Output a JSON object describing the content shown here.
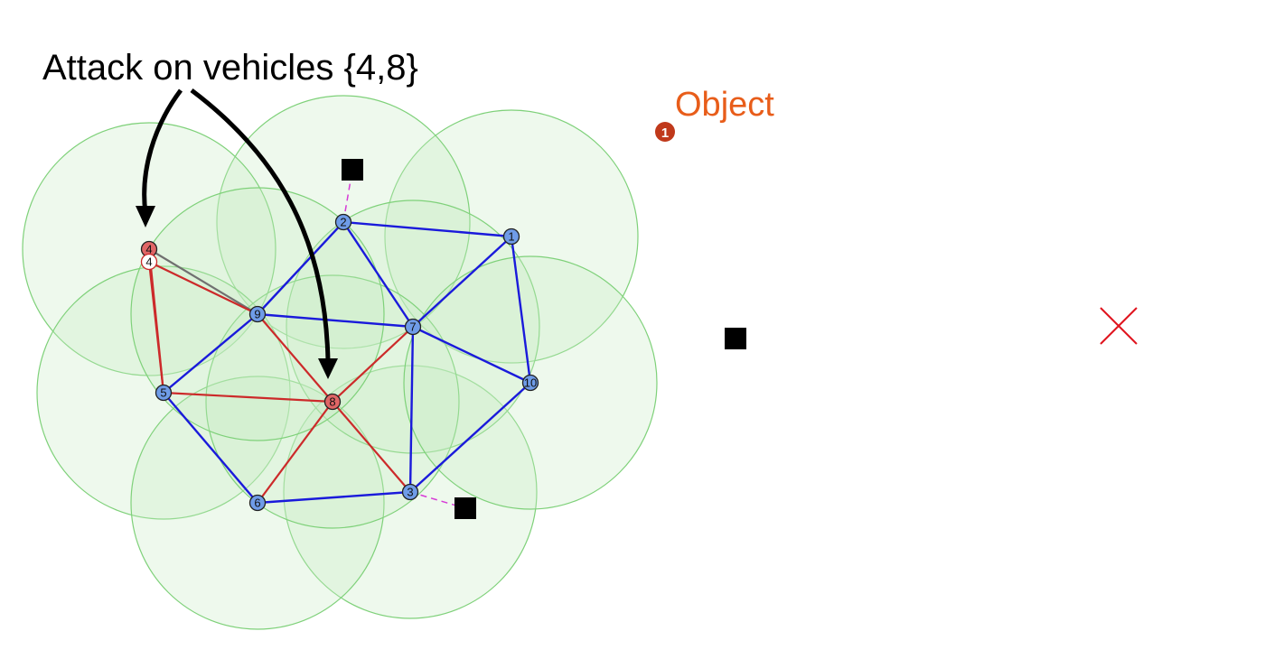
{
  "annotation": {
    "text": "Attack on vehicles {4,8}"
  },
  "legend": {
    "number": "1",
    "label": "Object",
    "color": "#e85d1a",
    "marker_color": "#c0391b"
  },
  "colors": {
    "range_fill": "#c6ecc2",
    "range_stroke": "#7fd17a",
    "link_normal": "#1a1adb",
    "link_attack": "#cc2a2a",
    "link_ghost": "#707070",
    "node_normal": "#6f9ce8",
    "node_attacked": "#e06666",
    "uplink": "#d63ad6",
    "landmark": "#000000",
    "target": "#e0141e"
  },
  "nodes": [
    {
      "id": "1",
      "label": "1",
      "status": "normal"
    },
    {
      "id": "2",
      "label": "2",
      "status": "normal"
    },
    {
      "id": "3",
      "label": "3",
      "status": "normal"
    },
    {
      "id": "4",
      "label": "4",
      "status": "attacked"
    },
    {
      "id": "4g",
      "label": "4",
      "status": "ghost"
    },
    {
      "id": "5",
      "label": "5",
      "status": "normal"
    },
    {
      "id": "6",
      "label": "6",
      "status": "normal"
    },
    {
      "id": "7",
      "label": "7",
      "status": "normal"
    },
    {
      "id": "8",
      "label": "8",
      "status": "attacked"
    },
    {
      "id": "9",
      "label": "9",
      "status": "normal"
    },
    {
      "id": "10",
      "label": "10",
      "status": "normal"
    }
  ],
  "links": [
    {
      "from": "2",
      "to": "1",
      "type": "normal"
    },
    {
      "from": "2",
      "to": "9",
      "type": "normal"
    },
    {
      "from": "2",
      "to": "7",
      "type": "normal"
    },
    {
      "from": "1",
      "to": "7",
      "type": "normal"
    },
    {
      "from": "1",
      "to": "10",
      "type": "normal"
    },
    {
      "from": "9",
      "to": "7",
      "type": "normal"
    },
    {
      "from": "9",
      "to": "5",
      "type": "normal"
    },
    {
      "from": "7",
      "to": "10",
      "type": "normal"
    },
    {
      "from": "7",
      "to": "3",
      "type": "normal"
    },
    {
      "from": "5",
      "to": "6",
      "type": "normal"
    },
    {
      "from": "6",
      "to": "3",
      "type": "normal"
    },
    {
      "from": "3",
      "to": "10",
      "type": "normal"
    },
    {
      "from": "4",
      "to": "9",
      "type": "ghost"
    },
    {
      "from": "4g",
      "to": "9",
      "type": "attack"
    },
    {
      "from": "4g",
      "to": "5",
      "type": "attack"
    },
    {
      "from": "4",
      "to": "5",
      "type": "attack"
    },
    {
      "from": "9",
      "to": "8",
      "type": "attack"
    },
    {
      "from": "5",
      "to": "8",
      "type": "attack"
    },
    {
      "from": "7",
      "to": "8",
      "type": "attack"
    },
    {
      "from": "8",
      "to": "6",
      "type": "attack"
    },
    {
      "from": "8",
      "to": "3",
      "type": "attack"
    }
  ],
  "uplinks": [
    {
      "node": "2",
      "landmark": "L1"
    },
    {
      "node": "3",
      "landmark": "L3"
    }
  ],
  "landmarks": [
    "L1",
    "L2",
    "L3"
  ]
}
